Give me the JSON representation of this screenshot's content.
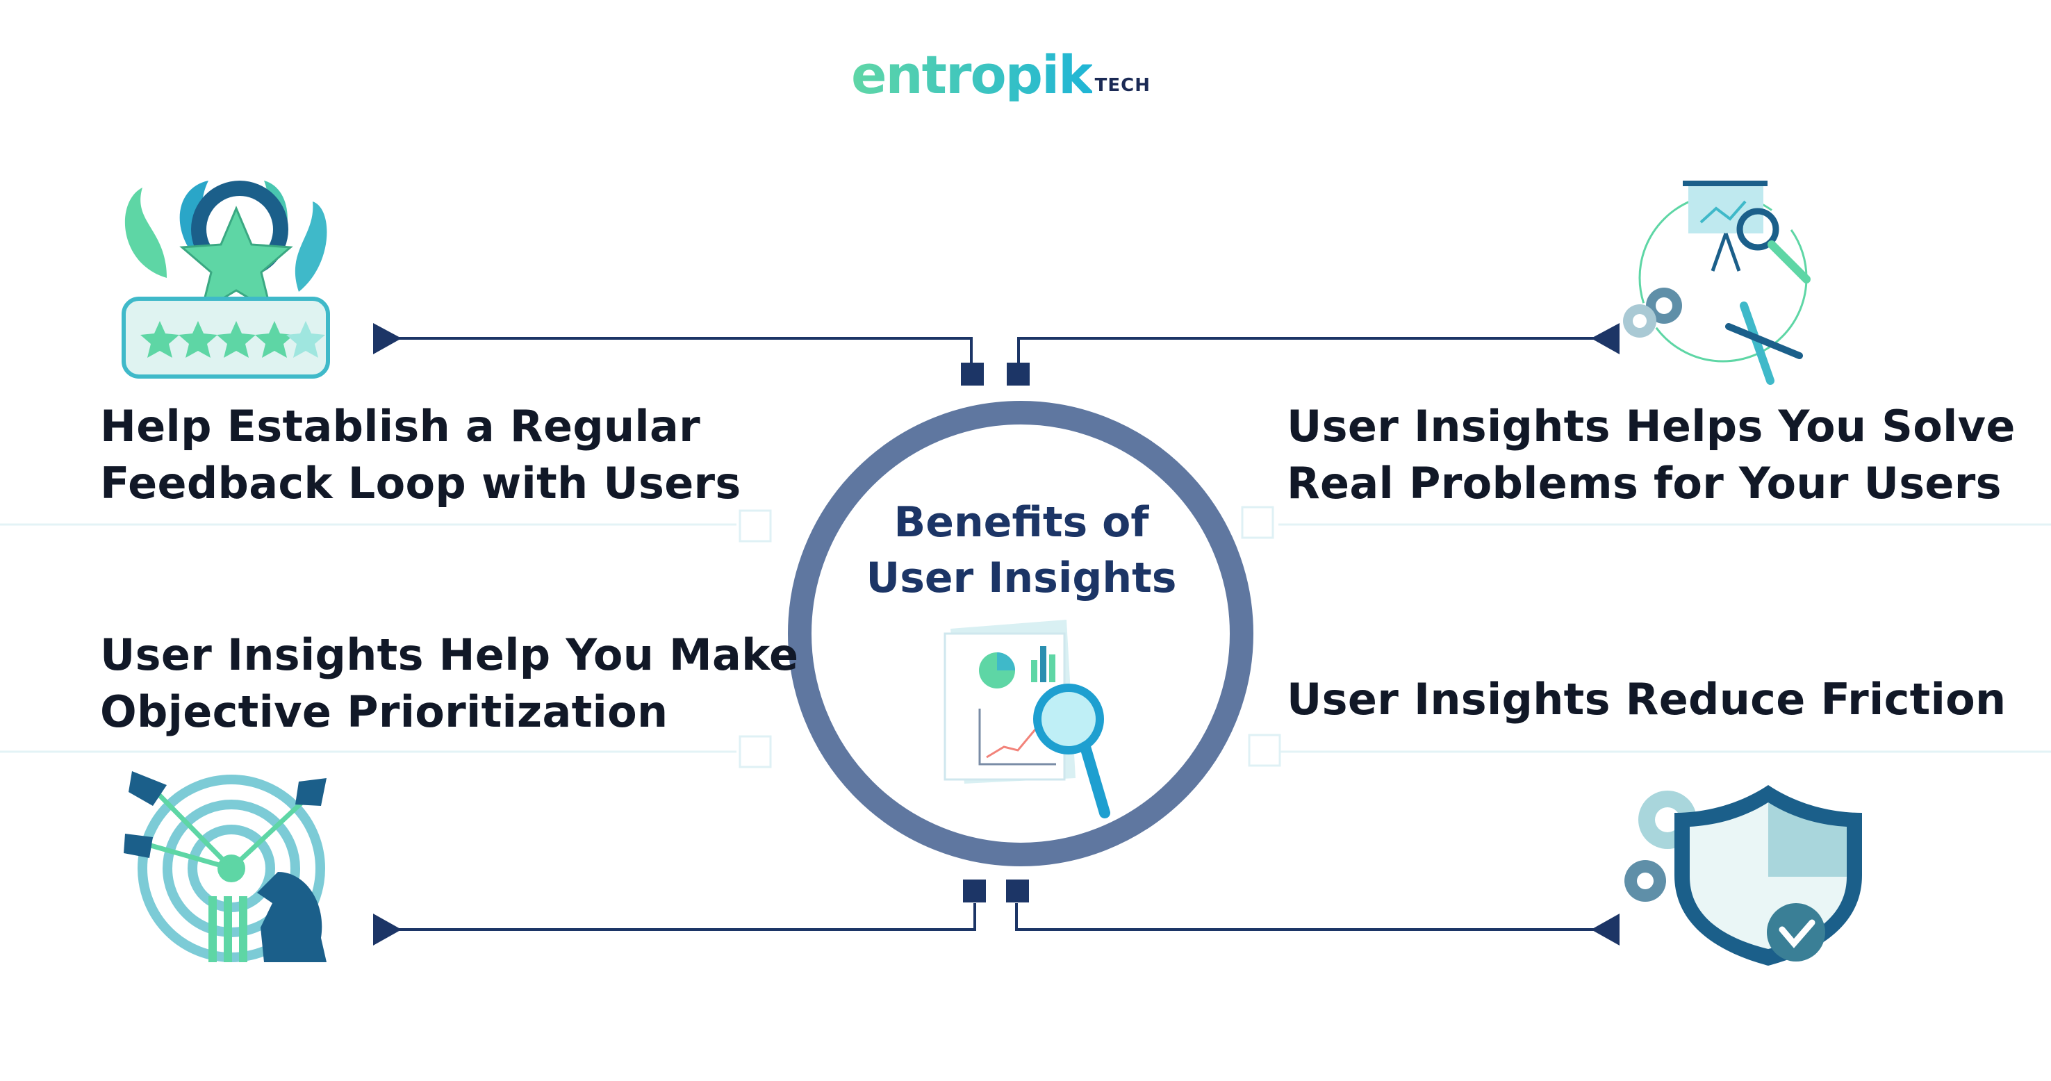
{
  "logo": {
    "main": "entropik",
    "sub": "TECH"
  },
  "center": {
    "line1": "Benefits of",
    "line2": "User Insights"
  },
  "benefits": [
    {
      "line1": "Help Establish a Regular",
      "line2": "Feedback Loop with Users",
      "icon": "star-rating-icon"
    },
    {
      "line1": "User Insights Helps You Solve",
      "line2": "Real Problems for Your Users",
      "icon": "analysis-tools-icon"
    },
    {
      "line1": "User Insights Help You Make",
      "line2": "Objective Prioritization",
      "icon": "target-chess-icon"
    },
    {
      "line1": "User Insights Reduce Friction",
      "line2": "",
      "icon": "shield-check-icon"
    }
  ],
  "colors": {
    "ring": "#5f77a0",
    "connector": "#1c3566",
    "text": "#111827",
    "title": "#1c3566",
    "teal": "#3fb9c9",
    "mint": "#5ed6a5",
    "navy": "#1b3f6e"
  }
}
